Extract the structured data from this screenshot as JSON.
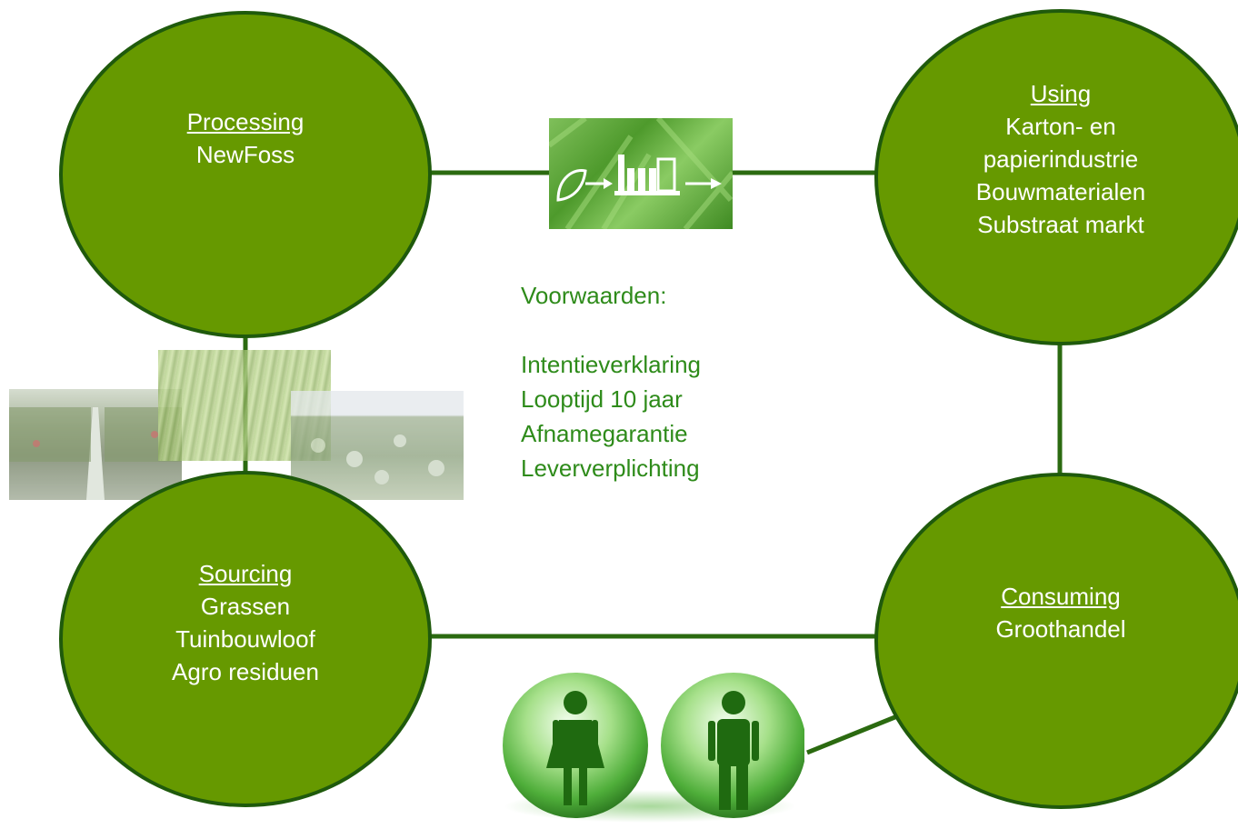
{
  "nodes": {
    "processing": {
      "title": "Processing",
      "lines": [
        "NewFoss"
      ]
    },
    "using": {
      "title": "Using",
      "lines": [
        "Karton- en",
        "papierindustrie",
        "Bouwmaterialen",
        "Substraat markt"
      ]
    },
    "sourcing": {
      "title": "Sourcing",
      "lines": [
        "Grassen",
        "Tuinbouwloof",
        "Agro residuen"
      ]
    },
    "consuming": {
      "title": "Consuming",
      "lines": [
        "Groothandel"
      ]
    }
  },
  "conditions": {
    "heading": "Voorwaarden:",
    "items": [
      "Intentieverklaring",
      "Looptijd 10 jaar",
      "Afnamegarantie",
      "Leververplichting"
    ]
  },
  "icons": {
    "process_banner": "leaf-to-factory-icon",
    "woman": "woman-bubble-icon",
    "man": "man-bubble-icon"
  },
  "colors": {
    "circle_fill": "#669900",
    "circle_border": "#1f5a0c",
    "connector": "#2b6a10",
    "conditions_text": "#2e8b1a"
  }
}
